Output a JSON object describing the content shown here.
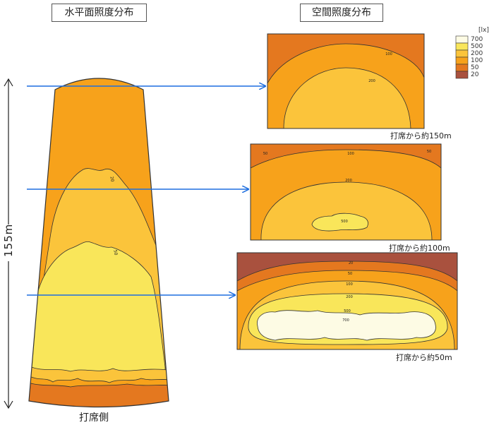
{
  "titles": {
    "horizontal": "水平面照度分布",
    "spatial": "空間照度分布"
  },
  "length_label": "155m",
  "bottom_label": "打席側",
  "legend": {
    "unit": "[lx]",
    "items": [
      {
        "label": "700",
        "color": "#fdfbe4"
      },
      {
        "label": "500",
        "color": "#f9e65a"
      },
      {
        "label": "200",
        "color": "#fbc43b"
      },
      {
        "label": "100",
        "color": "#f7a21b"
      },
      {
        "label": "50",
        "color": "#e4781f"
      },
      {
        "label": "20",
        "color": "#a9513e"
      }
    ]
  },
  "panels": [
    {
      "distance_label": "打席から約150m",
      "contour_labels": [
        "100",
        "200"
      ]
    },
    {
      "distance_label": "打席から約100m",
      "contour_labels": [
        "50",
        "100",
        "50",
        "200",
        "500"
      ]
    },
    {
      "distance_label": "打席から約50m",
      "contour_labels": [
        "20",
        "50",
        "100",
        "200",
        "500",
        "700"
      ]
    }
  ],
  "field_contour_labels": [
    "20",
    "50"
  ],
  "colors": {
    "arrow": "#1f6fe0",
    "outline": "#333333"
  }
}
